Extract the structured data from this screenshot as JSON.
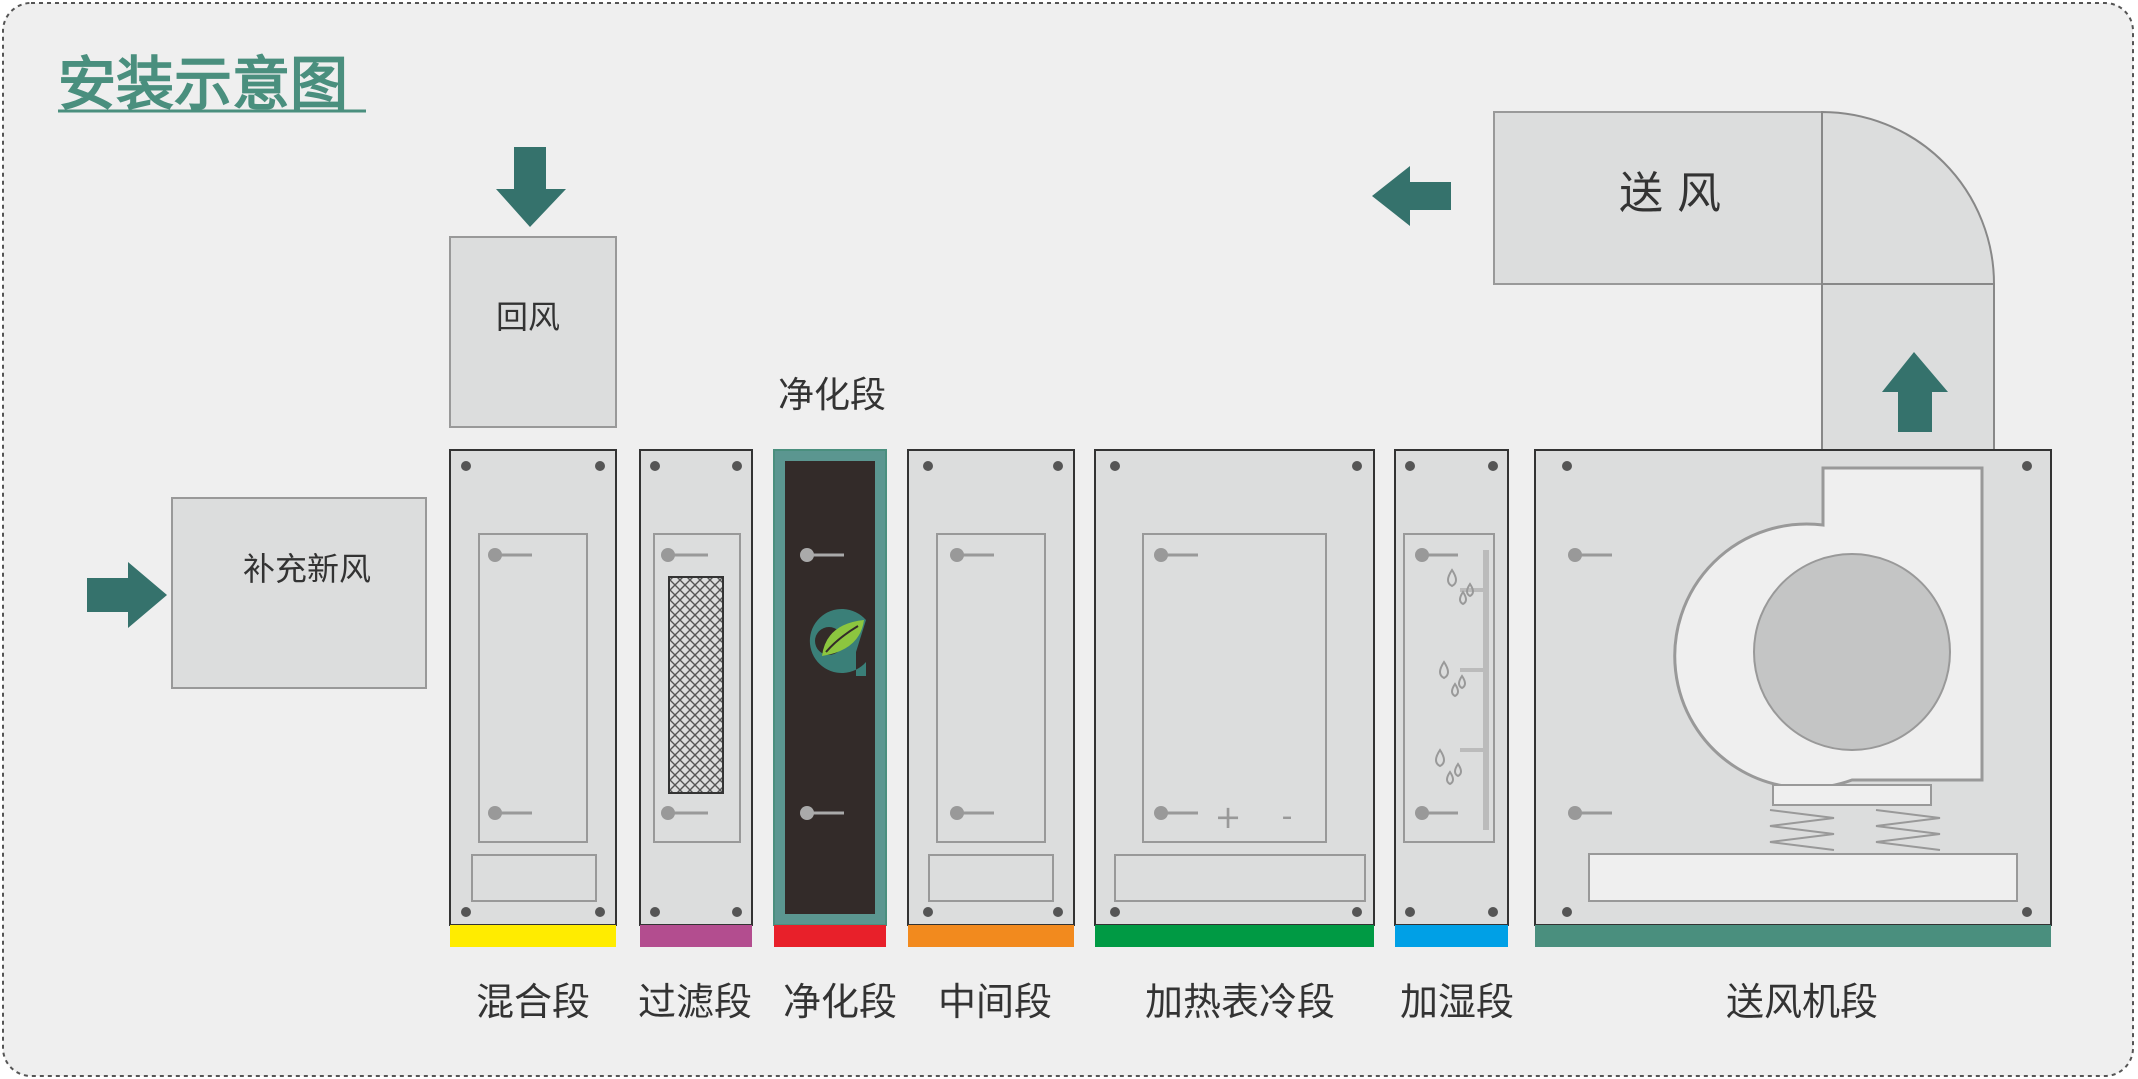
{
  "title": "安装示意图",
  "labels": {
    "return_air": "回风",
    "fresh_air": "补充新风",
    "supply_air": "送 风",
    "purify_top": "净化段"
  },
  "sections": [
    {
      "key": "mixing",
      "label": "混合段",
      "color": "#ffec00"
    },
    {
      "key": "filter",
      "label": "过滤段",
      "color": "#b34d8f"
    },
    {
      "key": "purify",
      "label": "净化段",
      "color": "#e8202a"
    },
    {
      "key": "middle",
      "label": "中间段",
      "color": "#f28a1e"
    },
    {
      "key": "heatcool",
      "label": "加热表冷段",
      "color": "#009a44"
    },
    {
      "key": "humidify",
      "label": "加湿段",
      "color": "#00a0e6"
    },
    {
      "key": "fan",
      "label": "送风机段",
      "color": "#4a8f7e"
    }
  ],
  "symbols": {
    "plus": "+",
    "minus": "-"
  },
  "colors": {
    "arrow": "#35726c",
    "panel": "#dcdddd",
    "background": "#efefef",
    "title": "#4a8f7e"
  },
  "icons": [
    "arrow-down-icon",
    "arrow-right-icon",
    "arrow-left-icon",
    "arrow-up-icon",
    "leaf-logo-icon",
    "fan-icon",
    "spring-icon",
    "water-drop-icon"
  ]
}
